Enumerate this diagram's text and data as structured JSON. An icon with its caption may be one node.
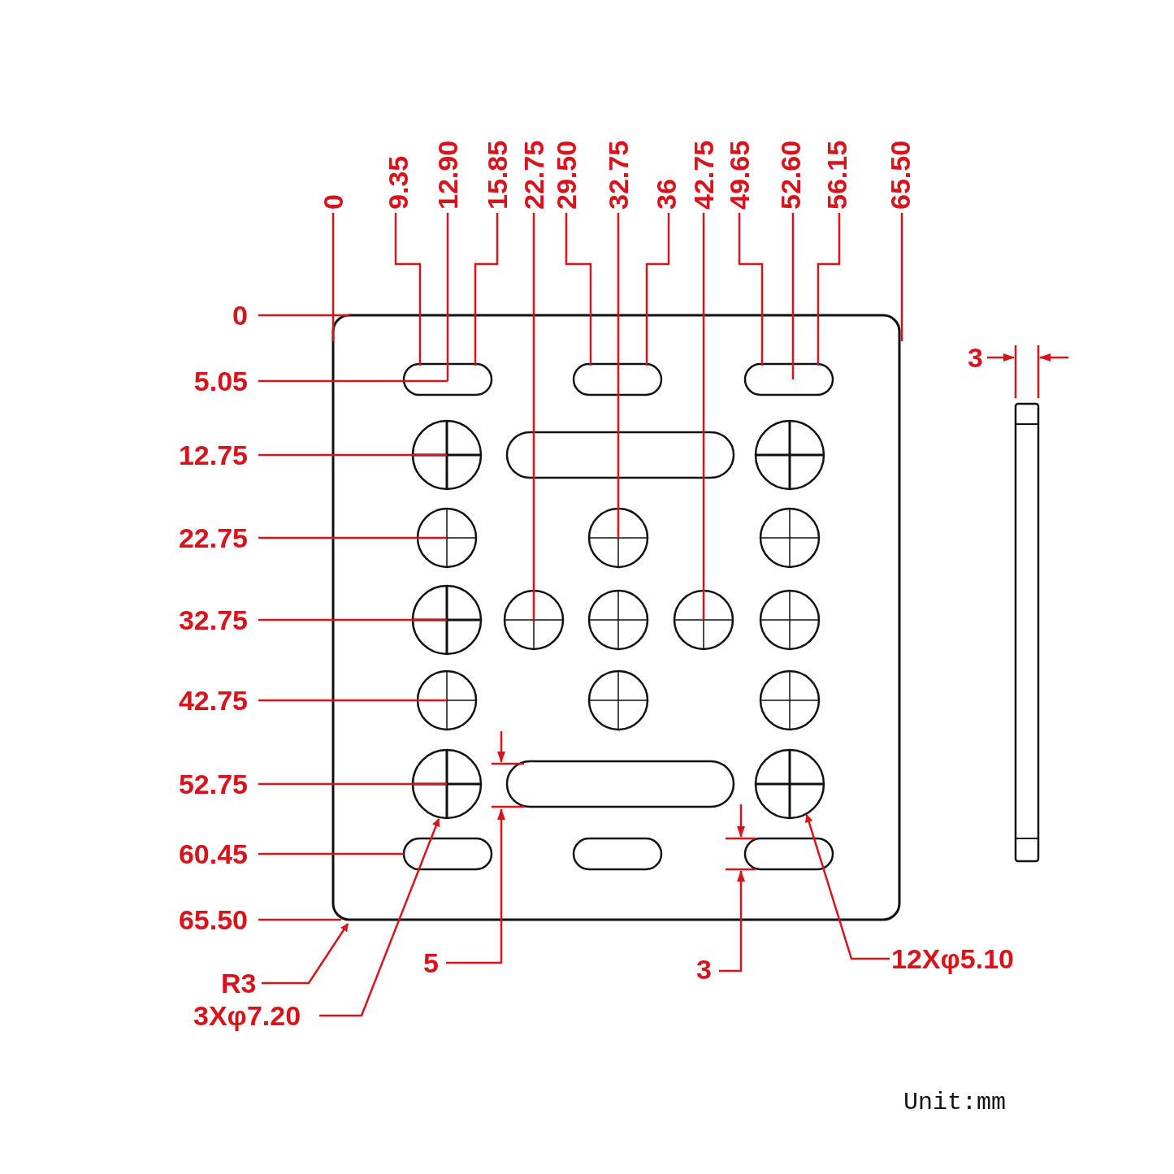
{
  "diagram": {
    "nodes": [
      {
        "text": [
          "R3"
        ]
      },
      {
        "text": [
          "3Xφ7.20"
        ]
      },
      {
        "text": [
          "12Xφ5.10"
        ]
      }
    ],
    "edges": [
      {
        "from": 0,
        "to": null,
        "arrow": "to"
      },
      {
        "from": 1,
        "to": null,
        "arrow": "to"
      },
      {
        "from": 2,
        "to": null,
        "arrow": "to"
      }
    ],
    "labels": [
      "0",
      "9.35",
      "12.90",
      "15.85",
      "22.75",
      "29.50",
      "32.75",
      "36",
      "42.75",
      "49.65",
      "52.60",
      "56.15",
      "65.50",
      "0",
      "5.05",
      "12.75",
      "22.75",
      "32.75",
      "42.75",
      "52.75",
      "60.45",
      "65.50",
      "3",
      "5",
      "3",
      "Unit:mm"
    ]
  }
}
